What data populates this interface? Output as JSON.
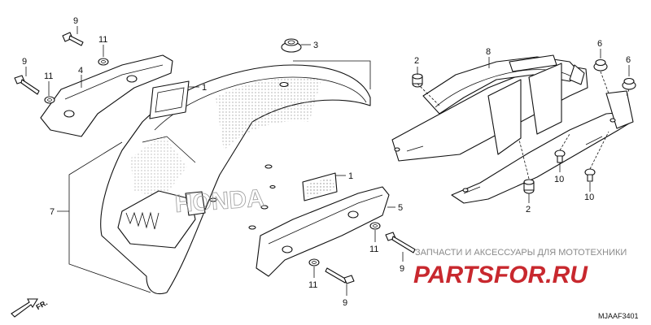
{
  "diagram": {
    "code": "MJAAF3401",
    "front_marker": "FR.",
    "callouts": [
      {
        "id": "c-9a",
        "label": "9"
      },
      {
        "id": "c-11a",
        "label": "11"
      },
      {
        "id": "c-9b",
        "label": "9"
      },
      {
        "id": "c-11b",
        "label": "11"
      },
      {
        "id": "c-4",
        "label": "4"
      },
      {
        "id": "c-1a",
        "label": "1"
      },
      {
        "id": "c-3",
        "label": "3"
      },
      {
        "id": "c-7",
        "label": "7"
      },
      {
        "id": "c-1b",
        "label": "1"
      },
      {
        "id": "c-5",
        "label": "5"
      },
      {
        "id": "c-11c",
        "label": "11"
      },
      {
        "id": "c-9c",
        "label": "9"
      },
      {
        "id": "c-11d",
        "label": "11"
      },
      {
        "id": "c-9d",
        "label": "9"
      },
      {
        "id": "c-2a",
        "label": "2"
      },
      {
        "id": "c-8",
        "label": "8"
      },
      {
        "id": "c-6a",
        "label": "6"
      },
      {
        "id": "c-6b",
        "label": "6"
      },
      {
        "id": "c-10a",
        "label": "10"
      },
      {
        "id": "c-10b",
        "label": "10"
      },
      {
        "id": "c-2b",
        "label": "2"
      }
    ]
  },
  "watermark": {
    "tagline": "ЗАПЧАСТИ И АКСЕССУАРЫ ДЛЯ МОТОТЕХНИКИ",
    "brand": "PARTSFOR.RU",
    "emblem_text": "HONDA"
  },
  "colors": {
    "line": "#111111",
    "brand_red": "#c8282e",
    "tagline_grey": "#8a8a8a"
  }
}
